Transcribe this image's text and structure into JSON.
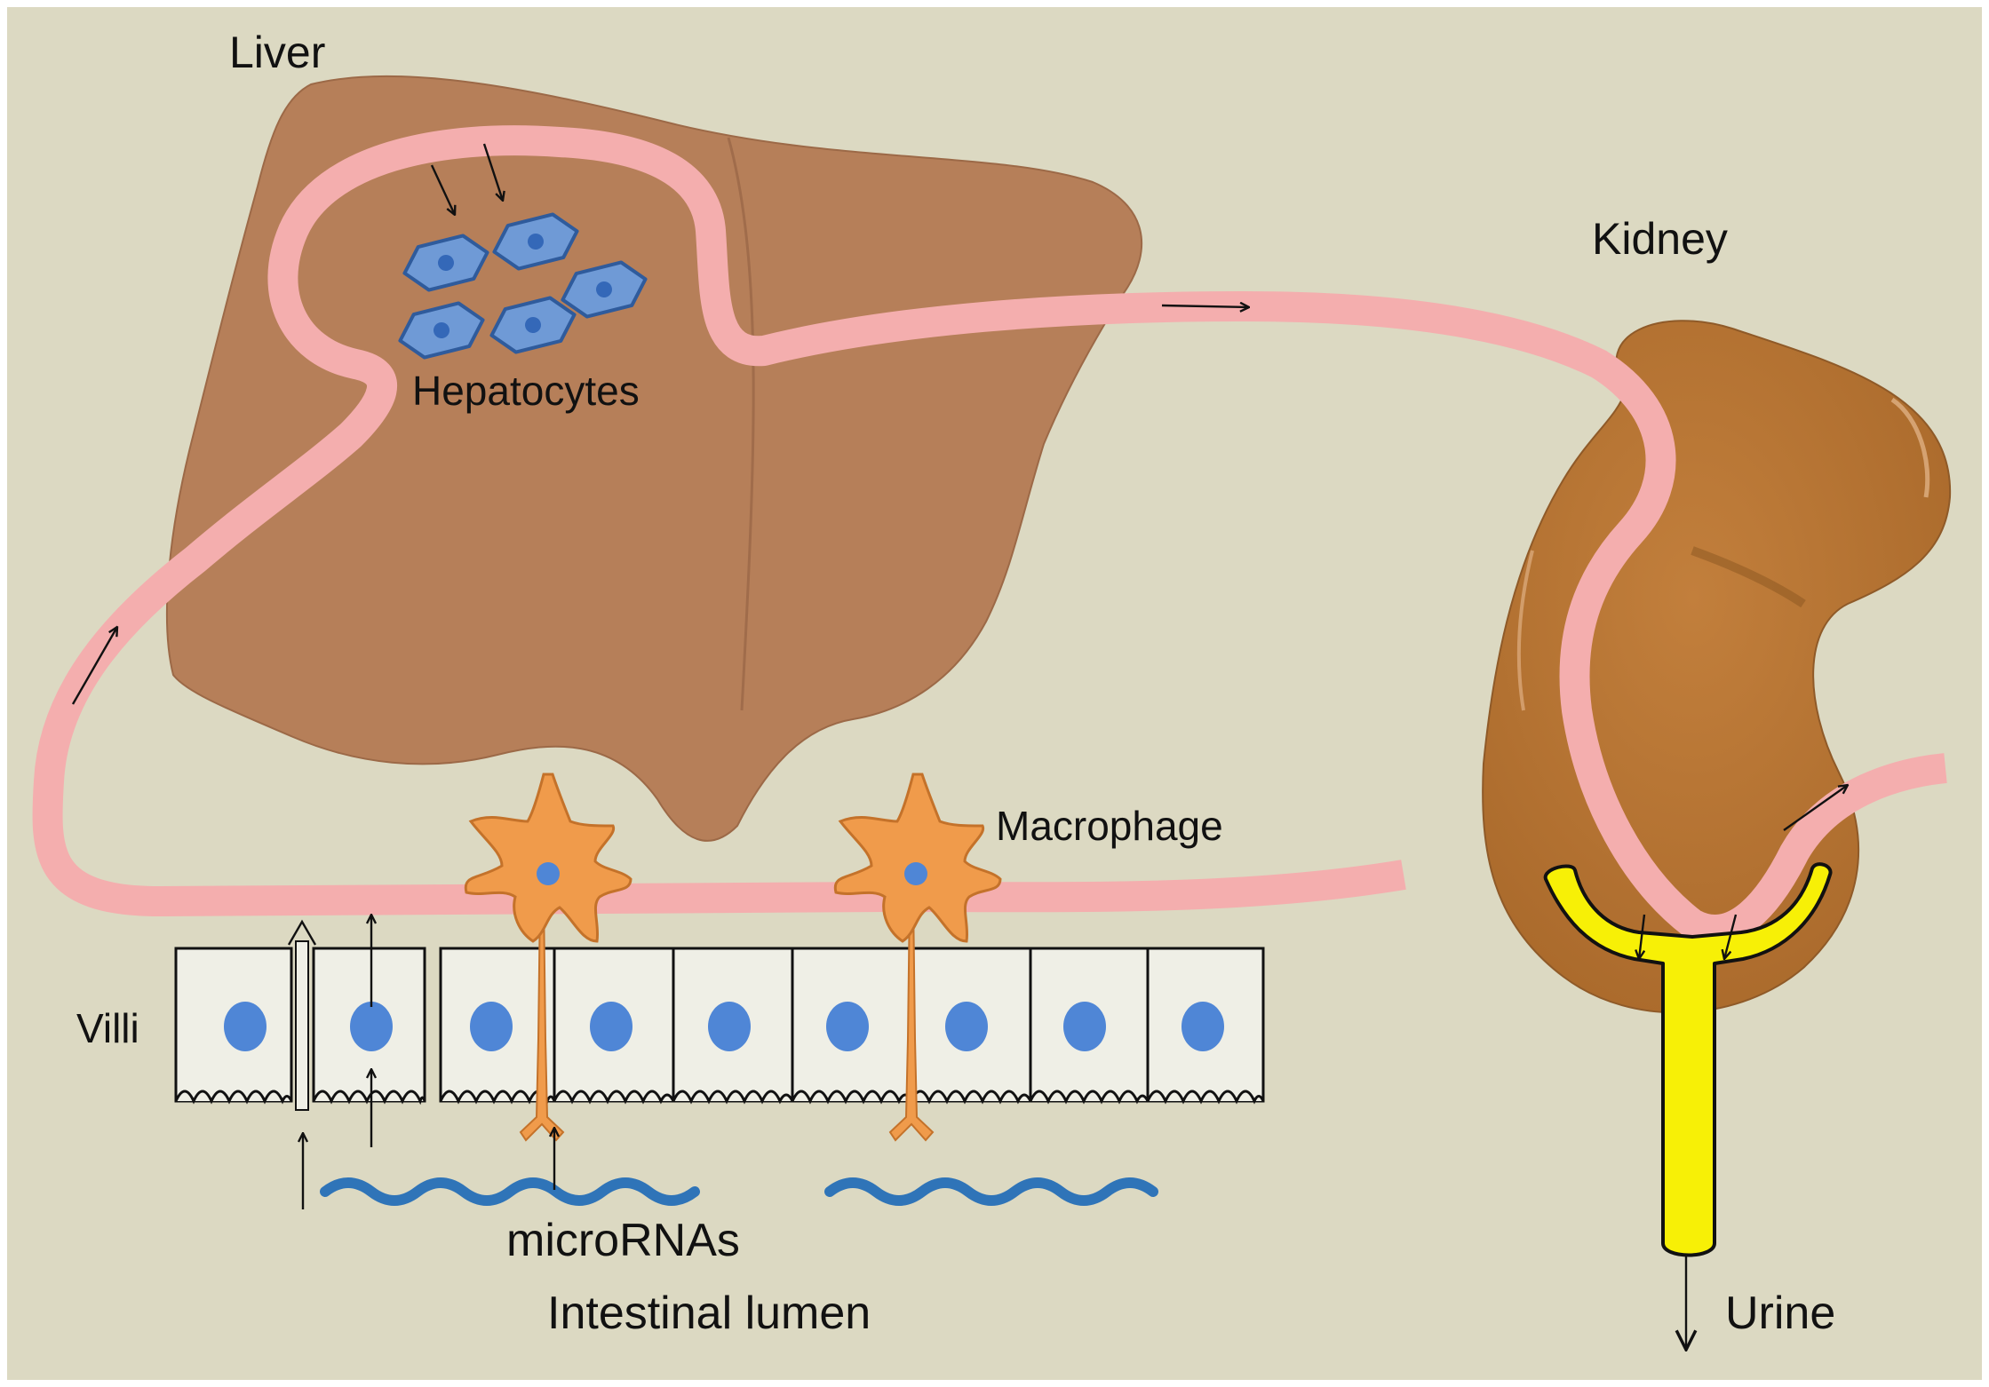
{
  "labels": {
    "liver": "Liver",
    "hepatocytes": "Hepatocytes",
    "kidney": "Kidney",
    "macrophage": "Macrophage",
    "villi": "Villi",
    "micrornas": "microRNAs",
    "intestinal_lumen": "Intestinal lumen",
    "urine": "Urine"
  },
  "colors": {
    "background": "#dcd9c2",
    "liver": "#b67f59",
    "kidney": "#b8742f",
    "vessel": "#f4aeae",
    "hepatocyte": "#6f9ad6",
    "macrophage": "#f09b4b",
    "ureter": "#f7f006",
    "villus_cell": "#efefe6",
    "nucleus": "#4f86d6",
    "microrna": "#2f74b8"
  }
}
